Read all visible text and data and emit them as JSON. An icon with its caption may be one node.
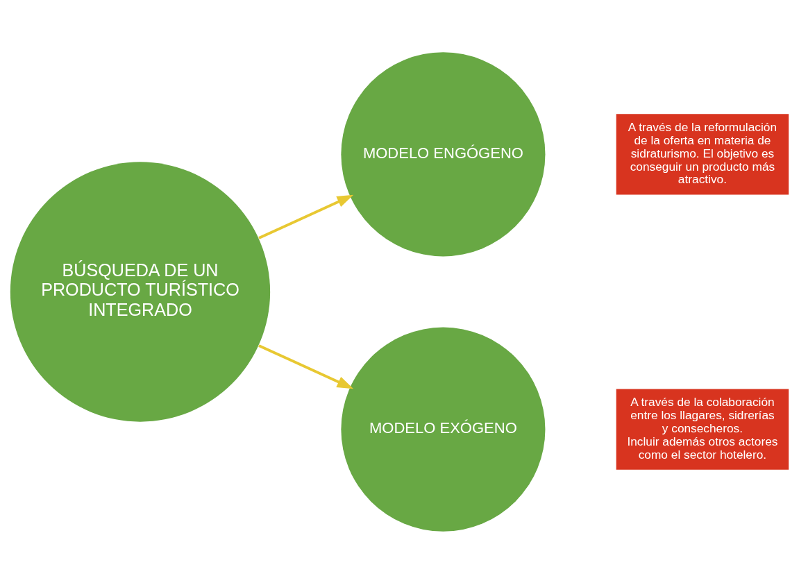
{
  "diagram": {
    "nodes": [
      {
        "text": [
          "BÚSQUEDA DE UN PRODUCTO TURÍSTICO INTEGRADO"
        ]
      },
      {
        "text": [
          "MODELO ENGÓGENO"
        ]
      },
      {
        "text": [
          "MODELO EXÓGENO"
        ]
      },
      {
        "text": [
          "A través de la reformulación de la oferta en materia de sidraturismo. El objetivo es conseguir un producto más atractivo."
        ]
      },
      {
        "text": [
          "A través de la colaboración entre los llagares, sidrerías y consecheros.",
          "Incluir además otros actores como el sector hotelero."
        ]
      }
    ],
    "edges": [
      {
        "from": 0,
        "to": 1,
        "arrow": "to"
      },
      {
        "from": 0,
        "to": 2,
        "arrow": "to"
      }
    ]
  }
}
